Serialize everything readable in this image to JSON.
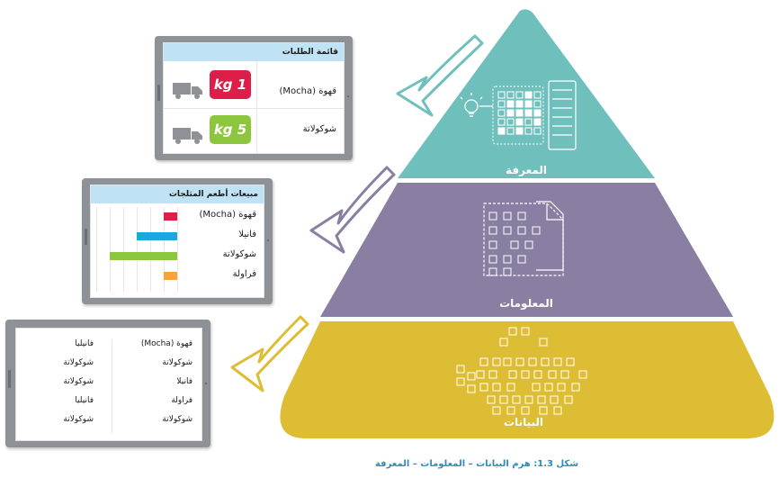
{
  "caption": "شكل 1.3: هرم البيانات – المعلومات – المعرفة",
  "pyramid": {
    "colors": {
      "knowledge": "#6fc0bd",
      "information": "#8a7fa2",
      "data": "#dcbd34"
    },
    "knowledge_label": "المعرفة",
    "information_label": "المعلومات",
    "data_label": "البيانات"
  },
  "orders": {
    "title": "قائمة الطلبات",
    "rows": [
      {
        "item": "قهوة (Mocha)",
        "qty": "kg 1",
        "color": "#dc1e48",
        "icon": "truck-icon"
      },
      {
        "item": "شوكولاتة",
        "qty": "kg 5",
        "color": "#8cc63f",
        "icon": "truck-icon"
      }
    ]
  },
  "sales": {
    "title": "مبيعات أطعم المثلجات",
    "items": [
      {
        "label": "قهوة (Mocha)",
        "value": 1,
        "color": "#dc1e48"
      },
      {
        "label": "فانيلا",
        "value": 3,
        "color": "#1aa9de"
      },
      {
        "label": "شوكولاتة",
        "value": 5,
        "color": "#8cc63f"
      },
      {
        "label": "فراولة",
        "value": 1,
        "color": "#f7a23b"
      }
    ]
  },
  "raw": {
    "right_col": [
      "قهوة (Mocha)",
      "شوكولاتة",
      "فانيلا",
      "فراولة",
      "شوكولاتة"
    ],
    "left_col": [
      "فانيليا",
      "شوكولاتة",
      "شوكولاتة",
      "فانيليا",
      "شوكولاتة"
    ]
  }
}
